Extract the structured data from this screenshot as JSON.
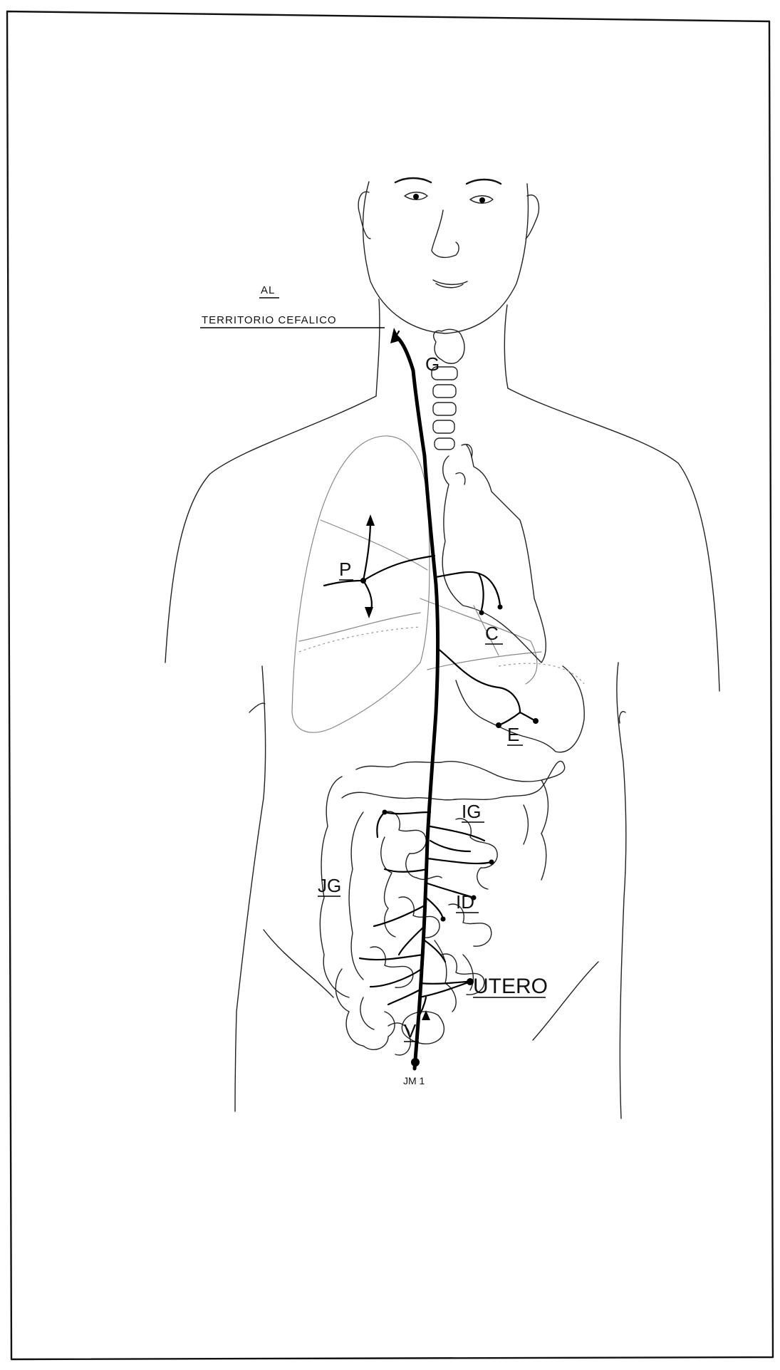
{
  "labels": {
    "al": "AL",
    "territorio": "TERRITORIO  CEFALICO",
    "g": "G",
    "p": "P",
    "c": "C",
    "e": "E",
    "ig": "IG",
    "jg": "JG",
    "id": "ID",
    "utero": "UTERO",
    "v": "V",
    "jm1": "JM 1"
  }
}
